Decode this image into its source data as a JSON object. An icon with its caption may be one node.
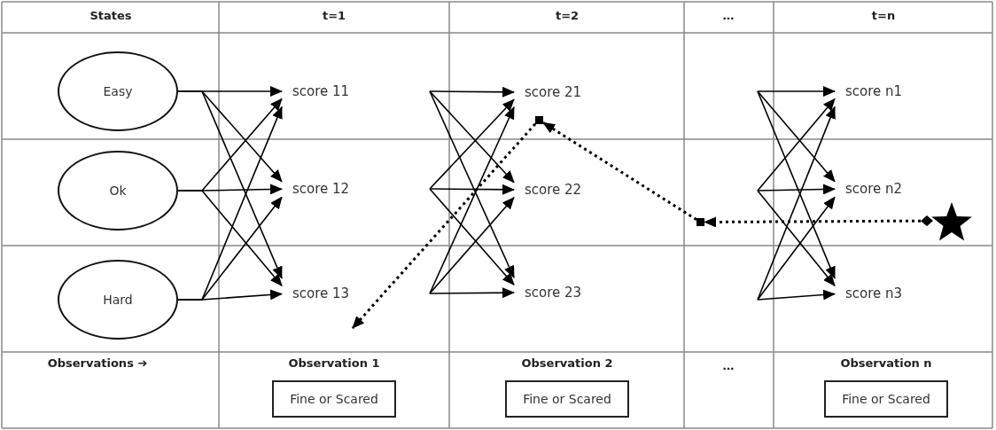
{
  "diagram": {
    "nodes": [
      {
        "text": [
          "Easy"
        ]
      },
      {
        "text": [
          "Ok"
        ]
      },
      {
        "text": [
          "Hard"
        ]
      },
      {
        "text": [
          "score 11"
        ]
      },
      {
        "text": [
          "score 12"
        ]
      },
      {
        "text": [
          "score 13"
        ]
      },
      {
        "text": [
          "score 21"
        ]
      },
      {
        "text": [
          "score 22"
        ]
      },
      {
        "text": [
          "score 23"
        ]
      },
      {
        "text": [
          "score n1"
        ]
      },
      {
        "text": [
          "score n2"
        ]
      },
      {
        "text": [
          "score n3"
        ]
      },
      {
        "text": [],
        "shape": "box"
      },
      {
        "text": [],
        "shape": "box"
      },
      {
        "text": [],
        "shape": "star"
      },
      {
        "text": [
          "Observation 1",
          "Fine or Scared"
        ]
      },
      {
        "text": [
          "Observation 2",
          "Fine or Scared"
        ]
      },
      {
        "text": [
          "Observation n",
          "Fine or Scared"
        ]
      }
    ],
    "edges": [
      {
        "from": 0,
        "to": 3,
        "arrow": "to"
      },
      {
        "from": 0,
        "to": 4,
        "arrow": "to"
      },
      {
        "from": 0,
        "to": 5,
        "arrow": "to"
      },
      {
        "from": 1,
        "to": 3,
        "arrow": "to"
      },
      {
        "from": 1,
        "to": 4,
        "arrow": "to"
      },
      {
        "from": 1,
        "to": 5,
        "arrow": "to"
      },
      {
        "from": 2,
        "to": 3,
        "arrow": "to"
      },
      {
        "from": 2,
        "to": 4,
        "arrow": "to"
      },
      {
        "from": 2,
        "to": 5,
        "arrow": "to"
      },
      {
        "from": null,
        "to": 6,
        "arrow": "to"
      },
      {
        "from": null,
        "to": 7,
        "arrow": "to"
      },
      {
        "from": null,
        "to": 8,
        "arrow": "to"
      },
      {
        "from": null,
        "to": 6,
        "arrow": "to"
      },
      {
        "from": null,
        "to": 7,
        "arrow": "to"
      },
      {
        "from": null,
        "to": 8,
        "arrow": "to"
      },
      {
        "from": null,
        "to": 6,
        "arrow": "to"
      },
      {
        "from": null,
        "to": 7,
        "arrow": "to"
      },
      {
        "from": null,
        "to": 8,
        "arrow": "to"
      },
      {
        "from": null,
        "to": 9,
        "arrow": "to"
      },
      {
        "from": null,
        "to": 10,
        "arrow": "to"
      },
      {
        "from": null,
        "to": 11,
        "arrow": "to"
      },
      {
        "from": null,
        "to": 9,
        "arrow": "to"
      },
      {
        "from": null,
        "to": 10,
        "arrow": "to"
      },
      {
        "from": null,
        "to": 11,
        "arrow": "to"
      },
      {
        "from": null,
        "to": 9,
        "arrow": "to"
      },
      {
        "from": null,
        "to": 10,
        "arrow": "to"
      },
      {
        "from": null,
        "to": 11,
        "arrow": "to"
      },
      {
        "from": 14,
        "to": 13,
        "arrow": "to",
        "style": "dashed"
      },
      {
        "from": 13,
        "to": 12,
        "arrow": "to",
        "style": "dashed"
      },
      {
        "from": 12,
        "to": 5,
        "arrow": "to",
        "style": "dashed"
      }
    ],
    "labels": [
      "States",
      "t=1",
      "t=2",
      "…",
      "t=n",
      "Observations ➔",
      "…"
    ]
  }
}
